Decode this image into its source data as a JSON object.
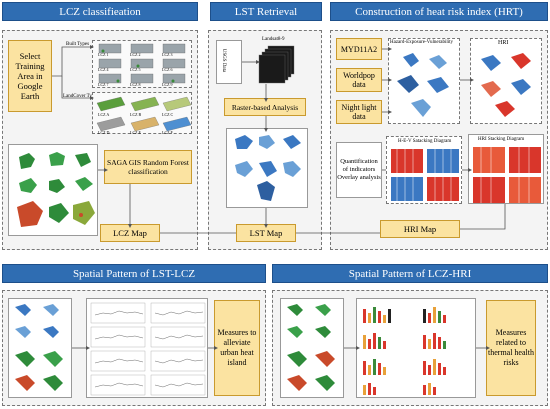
{
  "headers": {
    "lcz": "LCZ classifieation",
    "lst": "LST Retrieval",
    "hrt": "Construction of heat risk index (HRT)",
    "spatial_lst": "Spatial Pattern of LST-LCZ",
    "spatial_hri": "Spatial Pattern of LCZ-HRI"
  },
  "lcz": {
    "select_training": "Select Training Area in Google Earth",
    "built_types": "Built Types",
    "landcover_types": "LandCover Types",
    "saga": "SAGA GIS Random Forest classification",
    "lcz_map": "LCZ Map",
    "lcz_labels": [
      "LCZ 1",
      "LCZ 2",
      "LCZ 3",
      "LCZ 4",
      "LCZ 5",
      "LCZ 6",
      "LCZ 7",
      "LCZ 8",
      "LCZ 9",
      "LCZ A",
      "LCZ B",
      "LCZ C",
      "LCZ D",
      "LCZ E",
      "LCZ F"
    ]
  },
  "lst": {
    "usgs": "USGS Data",
    "landsat": "Landsat8-9",
    "raster": "Raster-based Analysis",
    "lst_map": "LST Map"
  },
  "hrt": {
    "myd": "MYD11A2",
    "worldpop": "Worldpop data",
    "nightlight": "Night light data",
    "hev_title": "Hazard-Exposure-Vulnerability",
    "hri_title": "HRI",
    "quant": "Quantification of indicators Overlay analysis",
    "hev_stack": "H-E-V Satacking Diagram",
    "hri_stack": "HRI Stacking Diagram",
    "hri_map": "HRI Map"
  },
  "bottom": {
    "measures_lst": "Measures to alleviate urban heat island",
    "measures_hri": "Measures related to thermal health risks"
  },
  "colors": {
    "header_blue": "#2f6db2",
    "box_yellow": "#fbe3a1",
    "box_border": "#c99a2e",
    "map_green": "#2e8b3a",
    "map_blue": "#3b78c2",
    "heat_red": "#d9362b"
  }
}
